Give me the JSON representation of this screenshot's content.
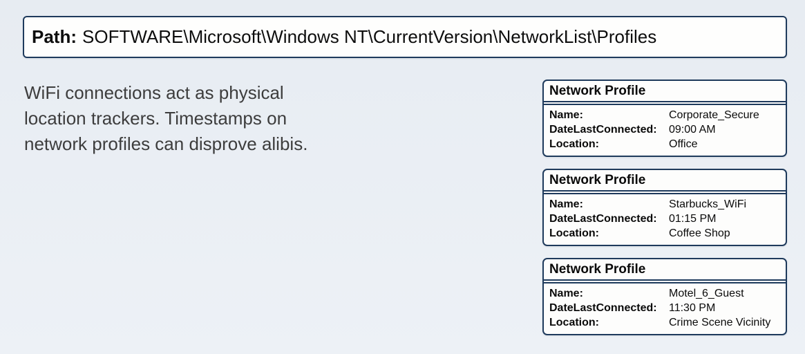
{
  "colors": {
    "background_top": "#e7ecf2",
    "background_bottom": "#edf1f6",
    "border_navy": "#1e3a5c",
    "panel_background": "#fdfdfc",
    "text_black": "#0a0a0a",
    "text_gray": "#3d3d3d"
  },
  "path_bar": {
    "label": "Path:",
    "value": "SOFTWARE\\Microsoft\\Windows NT\\CurrentVersion\\NetworkList\\Profiles"
  },
  "description": {
    "line1": "WiFi connections act as physical",
    "line2": "location trackers. Timestamps on",
    "line3": "network profiles can disprove alibis."
  },
  "profile_cards": [
    {
      "title": "Network Profile",
      "rows": [
        {
          "label": "Name:",
          "value": "Corporate_Secure"
        },
        {
          "label": "DateLastConnected:",
          "value": "09:00 AM"
        },
        {
          "label": "Location:",
          "value": "Office"
        }
      ]
    },
    {
      "title": "Network Profile",
      "rows": [
        {
          "label": "Name:",
          "value": "Starbucks_WiFi"
        },
        {
          "label": "DateLastConnected:",
          "value": "01:15 PM"
        },
        {
          "label": "Location:",
          "value": "Coffee Shop"
        }
      ]
    },
    {
      "title": "Network Profile",
      "rows": [
        {
          "label": "Name:",
          "value": "Motel_6_Guest"
        },
        {
          "label": "DateLastConnected:",
          "value": "11:30 PM"
        },
        {
          "label": "Location:",
          "value": "Crime Scene Vicinity"
        }
      ]
    }
  ]
}
